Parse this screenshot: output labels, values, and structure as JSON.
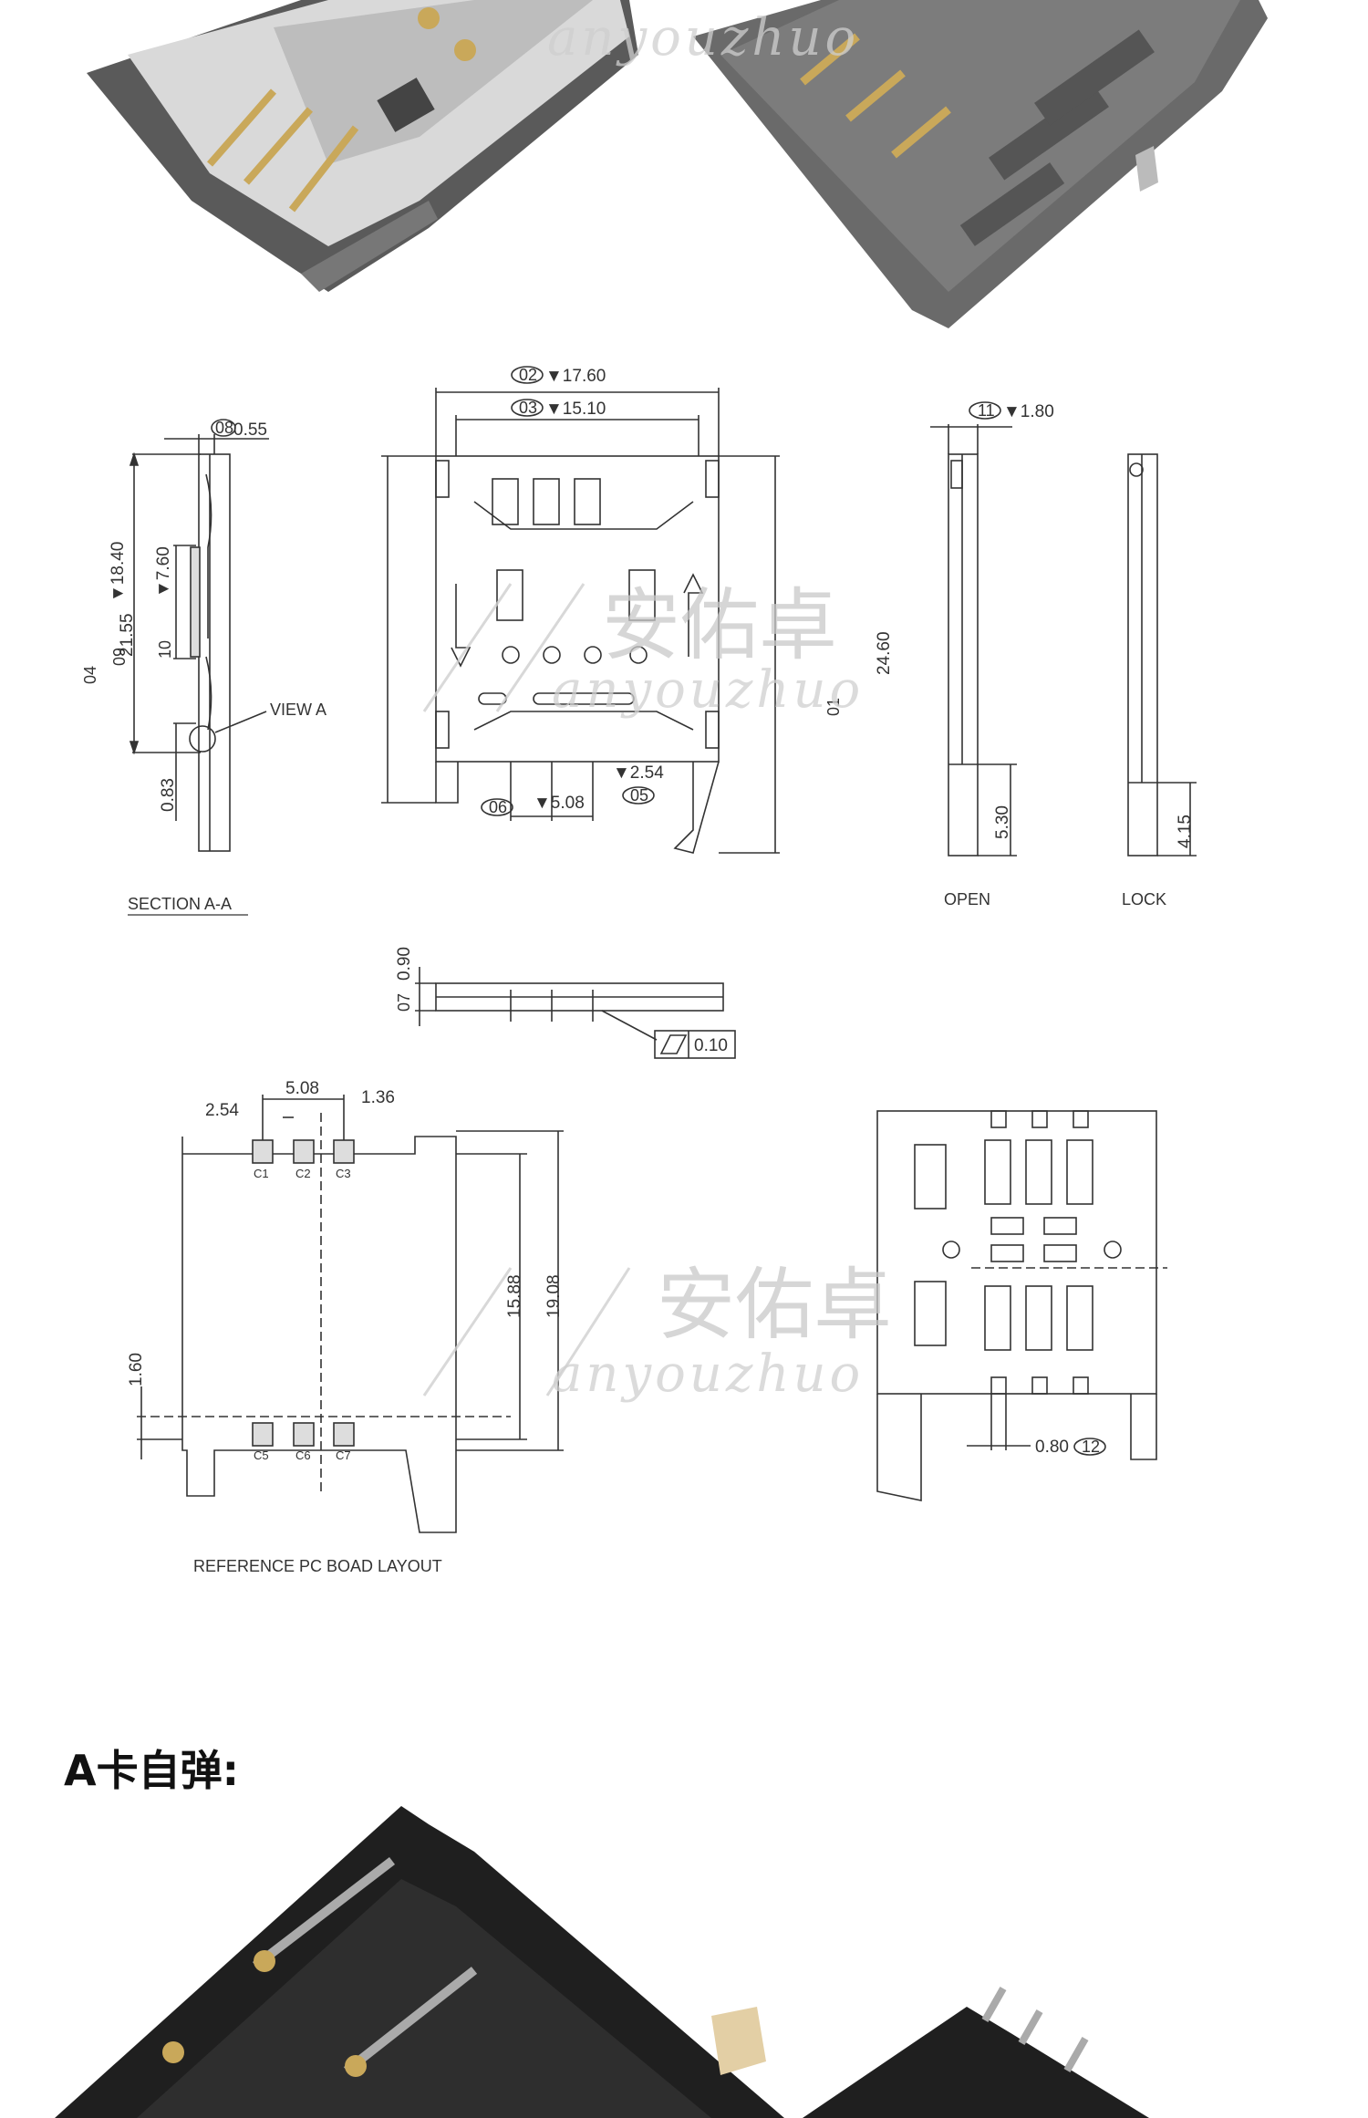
{
  "watermark": {
    "cn": "安佑卓",
    "en": "anyouzhuo"
  },
  "drawing": {
    "section_aa": {
      "title": "SECTION A-A",
      "view_label": "VIEW A",
      "d08": {
        "tag": "08",
        "value": "0.55"
      },
      "d09": {
        "tag": "09",
        "value": "▼18.40"
      },
      "d10": {
        "tag": "10",
        "value": "▼7.60"
      },
      "d083": "0.83"
    },
    "top_view": {
      "d02": {
        "tag": "02",
        "value": "▼17.60"
      },
      "d03": {
        "tag": "03",
        "value": "▼15.10"
      },
      "d04": {
        "tag": "04",
        "value": "21.55"
      },
      "d01": {
        "tag": "01",
        "value": "24.60"
      },
      "d05": {
        "tag": "05",
        "value": "▼2.54"
      },
      "d06": {
        "tag": "06",
        "value": "▼5.08"
      }
    },
    "side_views": {
      "d11": {
        "tag": "11",
        "value": "▼1.80"
      },
      "open_label": "OPEN",
      "lock_label": "LOCK",
      "open_dim": "5.30",
      "lock_dim": "4.15"
    },
    "front_view": {
      "d07": {
        "tag": "07",
        "value": "0.90"
      },
      "flatness": "0.10"
    },
    "pcb_layout": {
      "title": "REFERENCE PC BOAD LAYOUT",
      "d508": "5.08",
      "d254": "2.54",
      "d136": "1.36",
      "d1588": "15.88",
      "d1908": "19.08",
      "d160": "1.60",
      "pads_top": [
        "C1",
        "C2",
        "C3"
      ],
      "pads_bottom": [
        "C5",
        "C6",
        "C7"
      ]
    },
    "bottom_view": {
      "d12": {
        "tag": "12",
        "value": "0.80"
      }
    }
  },
  "section_heading": "A卡自弹:",
  "colors": {
    "line": "#333333",
    "photo_dark": "#2b2b2b",
    "metal": "#c8c8c8",
    "gold": "#c9a85a"
  }
}
